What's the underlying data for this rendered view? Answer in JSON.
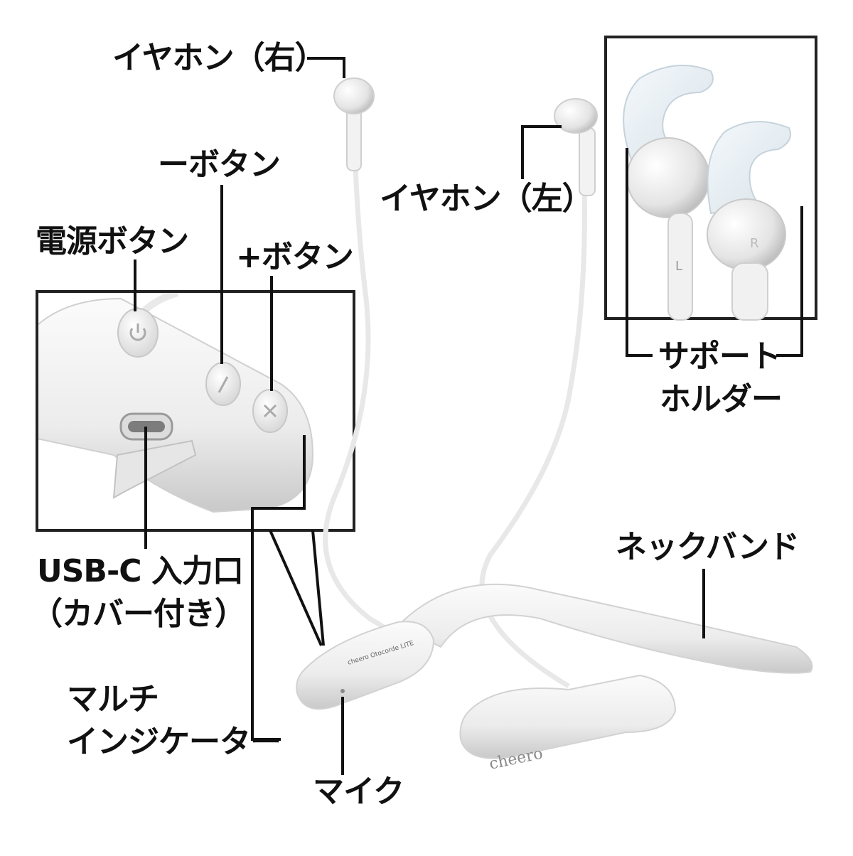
{
  "labels": {
    "earphone_right": "イヤホン（右）",
    "earphone_left": "イヤホン（左）",
    "minus_button": "ーボタン",
    "power_button": "電源ボタン",
    "plus_button": "+ボタン",
    "usb_c_line1": "USB-C 入力口",
    "usb_c_line2": "（カバー付き）",
    "support_holder_line1": "サポート",
    "support_holder_line2": "ホルダー",
    "neckband": "ネックバンド",
    "multi_indicator_line1": "マルチ",
    "multi_indicator_line2": "インジケーター",
    "mic": "マイク"
  },
  "product": {
    "brand_logo": "cheero",
    "earbud_left_marking": "L",
    "earbud_right_marking": "R",
    "spec_label_title": "cheero Otocorde LITE"
  },
  "colors": {
    "product_white": "#f2f2f2",
    "product_shadow": "#cfcfcf",
    "silicone": "#e6eef3",
    "leader_line": "#111111",
    "frame": "#222222"
  }
}
